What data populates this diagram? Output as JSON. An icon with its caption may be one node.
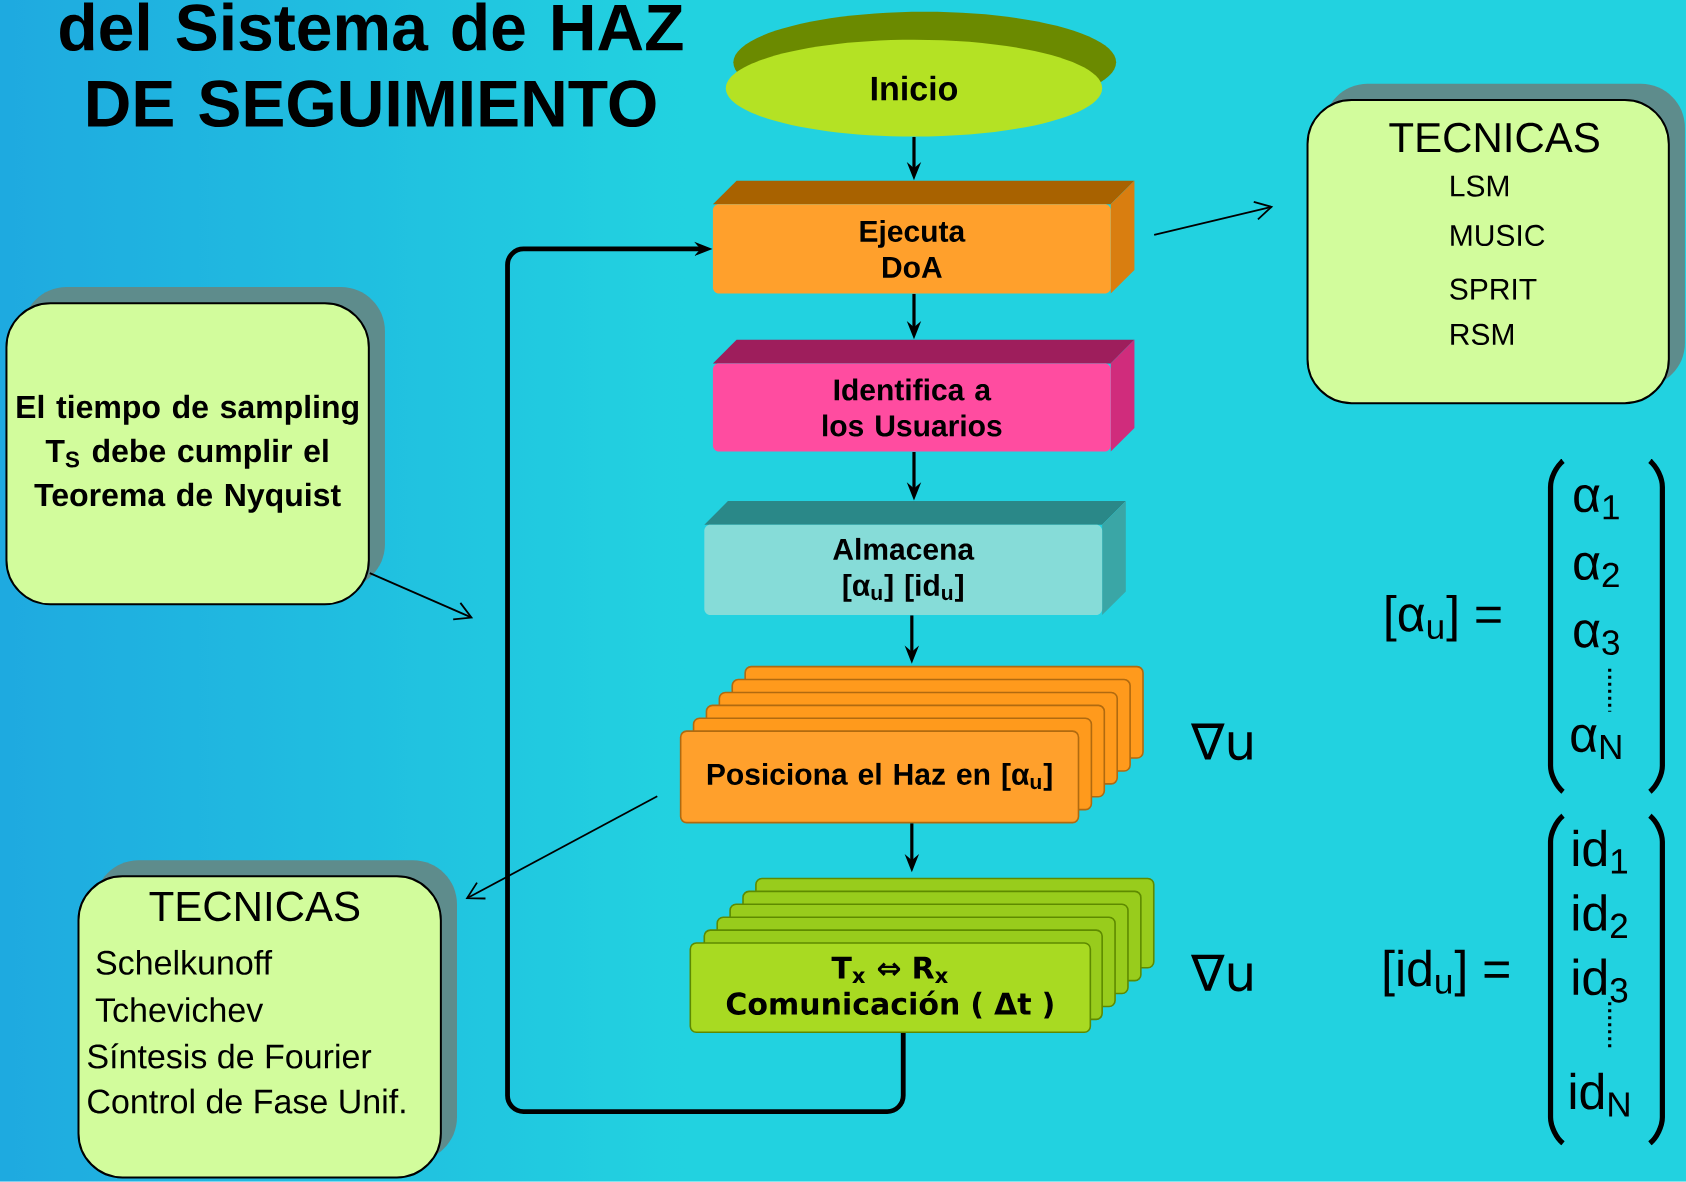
{
  "diagram": {
    "title": "del Sistema de HAZ DE SEGUIMIENTO",
    "nodes": [
      {
        "text": [
          "Inicio"
        ]
      },
      {
        "text": [
          "Ejecuta DoA"
        ]
      },
      {
        "text": [
          "Identifica a los Usuarios"
        ]
      },
      {
        "text": [
          "Almacena [α$_{u}$]  [id$_{u}$]"
        ]
      },
      {
        "text": [
          "Posiciona el Haz en [α$_{u}$]"
        ]
      },
      {
        "text": [
          "T$_{x}$ ⇔ R$_{x}$",
          "Comunicación ( Δt )"
        ]
      },
      {
        "text": [
          "TECNICAS",
          "LSM",
          "MUSIC",
          "SPRIT",
          "RSM"
        ]
      },
      {
        "text": [
          "El tiempo de sampling T$_{S}$ debe cumplir el Teorema de Nyquist"
        ]
      },
      {
        "text": [
          "TECNICAS",
          "Schelkunoff",
          "Tchevichev",
          "Síntesis de Fourier",
          "Control de Fase Unif."
        ]
      }
    ],
    "edges": [
      {
        "from": 0,
        "to": 1,
        "arrow": "to"
      },
      {
        "from": 1,
        "to": 2,
        "arrow": "to"
      },
      {
        "from": 2,
        "to": 3,
        "arrow": "to"
      },
      {
        "from": 3,
        "to": 4,
        "arrow": "to"
      },
      {
        "from": 4,
        "to": 5,
        "arrow": "to"
      },
      {
        "from": 5,
        "to": 1,
        "arrow": "to"
      },
      {
        "from": 1,
        "to": 6,
        "arrow": "to"
      },
      {
        "from": 7,
        "to": null,
        "arrow": "to"
      },
      {
        "from": 4,
        "to": 8,
        "arrow": "to"
      }
    ],
    "labels": [
      "∇u",
      "∇u",
      "[α$_{u}$] =",
      "α$_{1}$",
      "α$_{2}$",
      "α$_{3}$",
      "α$_{N}$",
      "[id$_{u}$] =",
      "id$_{1}$",
      "id$_{2}$",
      "id$_{3}$",
      "id$_{N}$"
    ]
  }
}
